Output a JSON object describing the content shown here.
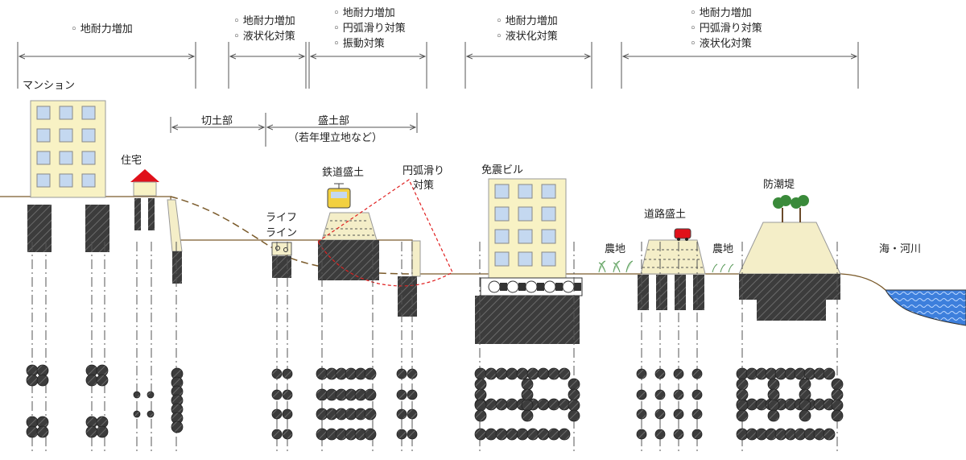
{
  "purpose_groups": [
    {
      "id": "g1",
      "items": [
        "地耐力増加"
      ]
    },
    {
      "id": "g2",
      "items": [
        "地耐力増加",
        "液状化対策"
      ]
    },
    {
      "id": "g3",
      "items": [
        "地耐力増加",
        "円弧滑り対策",
        "振動対策"
      ]
    },
    {
      "id": "g4",
      "items": [
        "地耐力増加",
        "液状化対策"
      ]
    },
    {
      "id": "g5",
      "items": [
        "地耐力増加",
        "円弧滑り対策",
        "液状化対策"
      ]
    }
  ],
  "bullet": "◦",
  "zones": {
    "cut": "切土部",
    "fill": "盛土部",
    "fill_note": "（若年埋立地など）"
  },
  "structures": {
    "mansion": "マンション",
    "house": "住宅",
    "lifeline_1": "ライフ",
    "lifeline_2": "ライン",
    "railway": "鉄道盛土",
    "arc_1": "円弧滑り",
    "arc_2": "対策",
    "seismic": "免震ビル",
    "road": "道路盛土",
    "farm_left": "農地",
    "farm_right": "農地",
    "levee": "防潮堤",
    "sea": "海・河川"
  },
  "colors": {
    "building": "#f8f2c4",
    "window": "#c4d8f0",
    "pile": "#3c3c3c",
    "ground": "#7a5a2a",
    "fill": "#f4eec8",
    "roof": "#e0101a",
    "water": "#3d7fdc",
    "slip": "#e02020",
    "tree": "#3a8a3a"
  }
}
